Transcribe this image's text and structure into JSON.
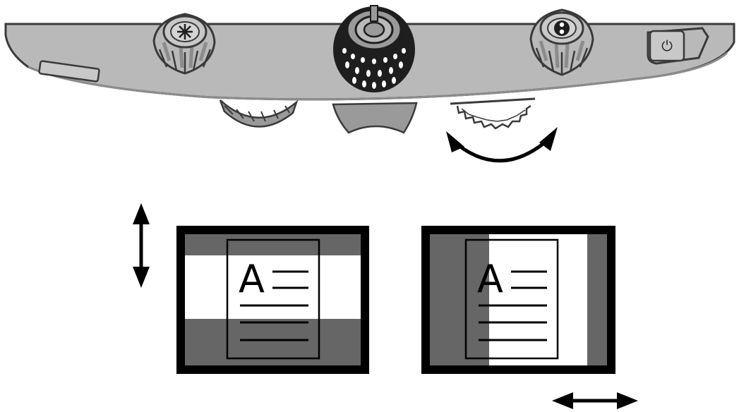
{
  "device": {
    "colors": {
      "body": "#b9b9b9",
      "body_dark": "#8c8c8c",
      "outline": "#3a3a3a",
      "knob_dark": "#1e1e1e",
      "screen_dark": "#666666",
      "arrow": "#000000"
    },
    "power_button": {
      "icon": "power-icon",
      "glyph": "⏻"
    },
    "left_knob": {
      "icon": "star-icon"
    },
    "center_knob": {
      "icon": "dial-icon"
    },
    "right_knob": {
      "icon": "mode-icon"
    }
  },
  "panels": [
    {
      "name": "horizontal-line-mask",
      "letter": "A",
      "icon": "document-icon"
    },
    {
      "name": "vertical-line-mask",
      "letter": "A",
      "icon": "document-icon"
    }
  ]
}
